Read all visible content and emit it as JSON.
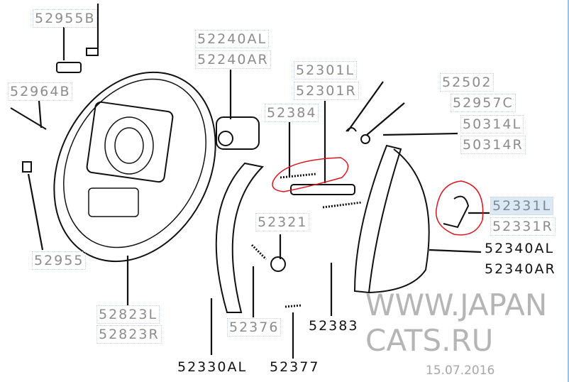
{
  "parts": {
    "p52955B": "52955B",
    "p52240AL": "52240AL",
    "p52240AR": "52240AR",
    "p52301L": "52301L",
    "p52301R": "52301R",
    "p52964B": "52964B",
    "p52384": "52384",
    "p52502": "52502",
    "p52957C": "52957C",
    "p50314L": "50314L",
    "p50314R": "50314R",
    "p52331L": "52331L",
    "p52331R": "52331R",
    "p52340AL": "52340AL",
    "p52340AR": "52340AR",
    "p52321": "52321",
    "p52955": "52955",
    "p52823L": "52823L",
    "p52823R": "52823R",
    "p52376": "52376",
    "p52383": "52383",
    "p52330AL": "52330AL",
    "p52377": "52377"
  },
  "watermark": "WWW.JAPANCATS.RU",
  "date_stamp": "15.07.2016",
  "colors": {
    "highlight_circle": "#e0141e",
    "link_text": "#8c8c8c",
    "selected_bg": "#dbe9f5"
  }
}
